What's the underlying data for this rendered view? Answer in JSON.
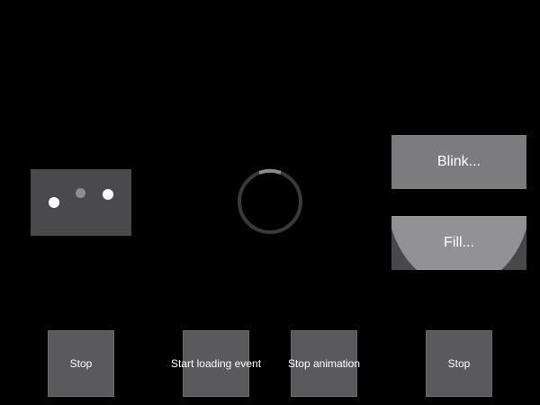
{
  "loader": {
    "dot_colors": [
      "#ffffff",
      "#8e8e90",
      "#ffffff"
    ]
  },
  "spinner": {
    "ring_color": "#3a3a3a",
    "arc_color": "#8a8a8a"
  },
  "side_buttons": {
    "blink_label": "Blink...",
    "fill_label": "Fill..."
  },
  "bottom_buttons": {
    "stop_left_label": "Stop",
    "start_loading_label": "Start loading event",
    "stop_animation_label": "Stop animation",
    "stop_right_label": "Stop"
  },
  "colors": {
    "background": "#000000",
    "panel": "#4a4a4c",
    "button": "#5a595c",
    "blink_button": "#7c7b7e",
    "fill_button_base": "#48474a",
    "fill_button_overlay": "#929194",
    "text": "#ffffff"
  }
}
